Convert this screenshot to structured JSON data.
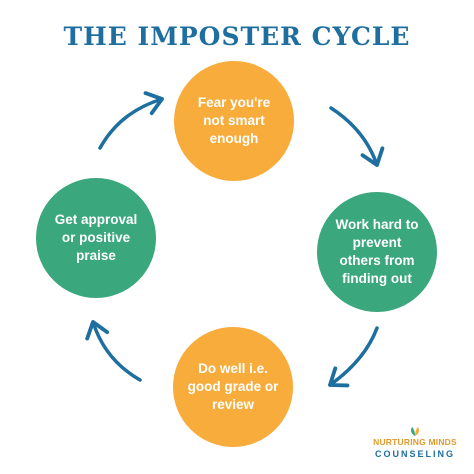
{
  "title": "THE IMPOSTER CYCLE",
  "colors": {
    "title": "#1e6f9f",
    "arrow": "#1e6f9f",
    "orange": "#f7ac3b",
    "green": "#3aa77d",
    "node_text": "#ffffff"
  },
  "nodes": [
    {
      "text": "Fear you're not smart enough",
      "color": "orange"
    },
    {
      "text": "Work hard to prevent others from finding out",
      "color": "green"
    },
    {
      "text": "Do well i.e. good grade or review",
      "color": "orange"
    },
    {
      "text": "Get approval or positive praise",
      "color": "green"
    }
  ],
  "logo": {
    "line1": "NURTURING MINDS",
    "line2": "COUNSELING",
    "icon": "leaf-icon"
  }
}
